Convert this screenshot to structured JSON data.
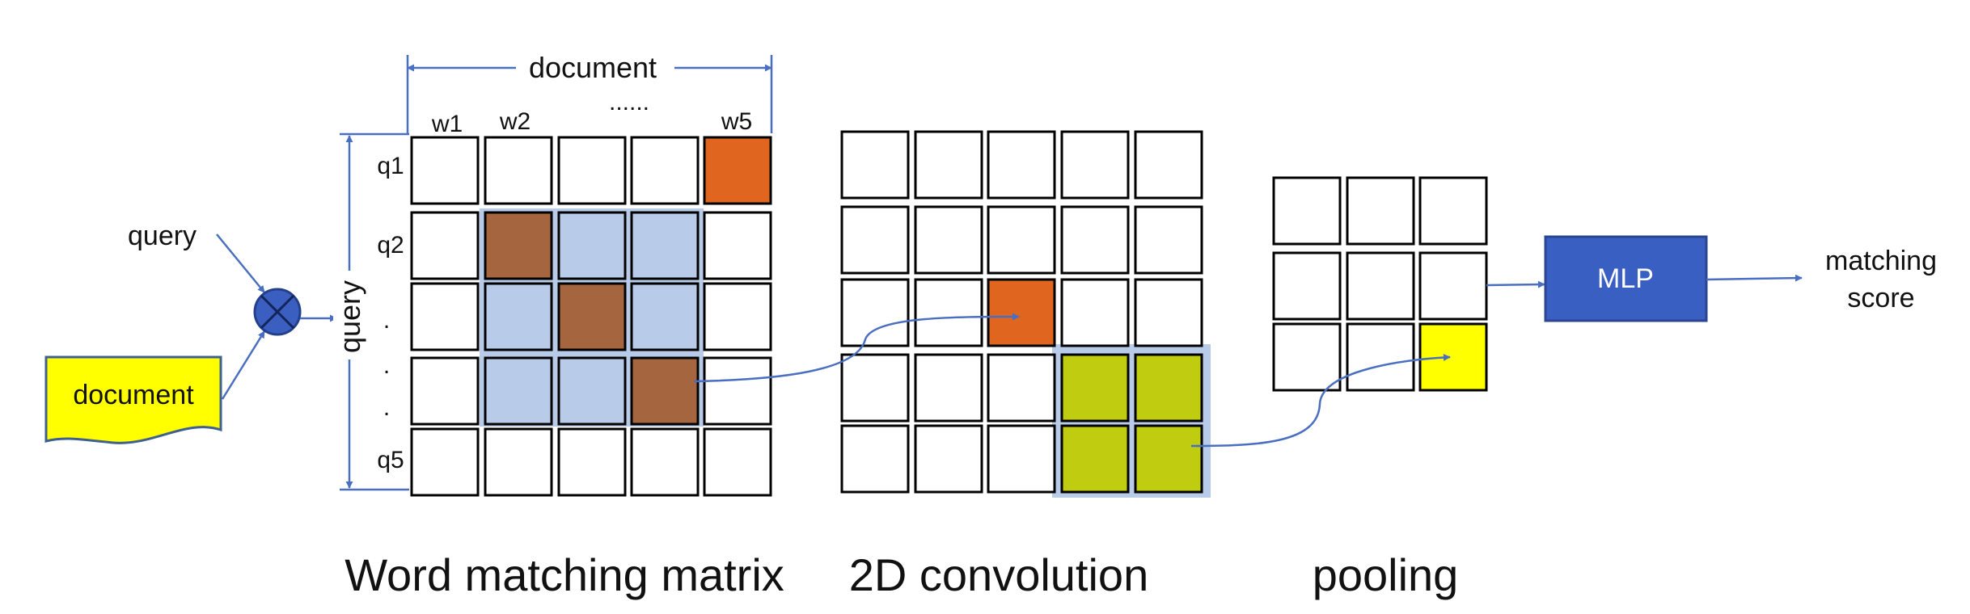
{
  "inputs": {
    "query_label": "query",
    "document_label": "document"
  },
  "matrix": {
    "document_axis_label": "document",
    "query_axis_label": "query",
    "column_labels": [
      "w1",
      "w2",
      "......",
      "w5"
    ],
    "row_labels": [
      "q1",
      "q2",
      ".",
      ".",
      ".",
      "q5"
    ],
    "caption": "Word matching matrix"
  },
  "convolution": {
    "caption": "2D convolution"
  },
  "pooling": {
    "caption": "pooling"
  },
  "mlp": {
    "label": "MLP"
  },
  "output": {
    "line1": "matching",
    "line2": "score"
  },
  "colors": {
    "brown": "#a5663f",
    "orange": "#e0661f",
    "light_blue": "#b8cbe9",
    "lime": "#bfcc10",
    "yellow": "#ffff00",
    "mlp_blue": "#3a5fc2",
    "arrow_blue": "#4a6fc0",
    "operator_blue": "#3b5fc0"
  }
}
